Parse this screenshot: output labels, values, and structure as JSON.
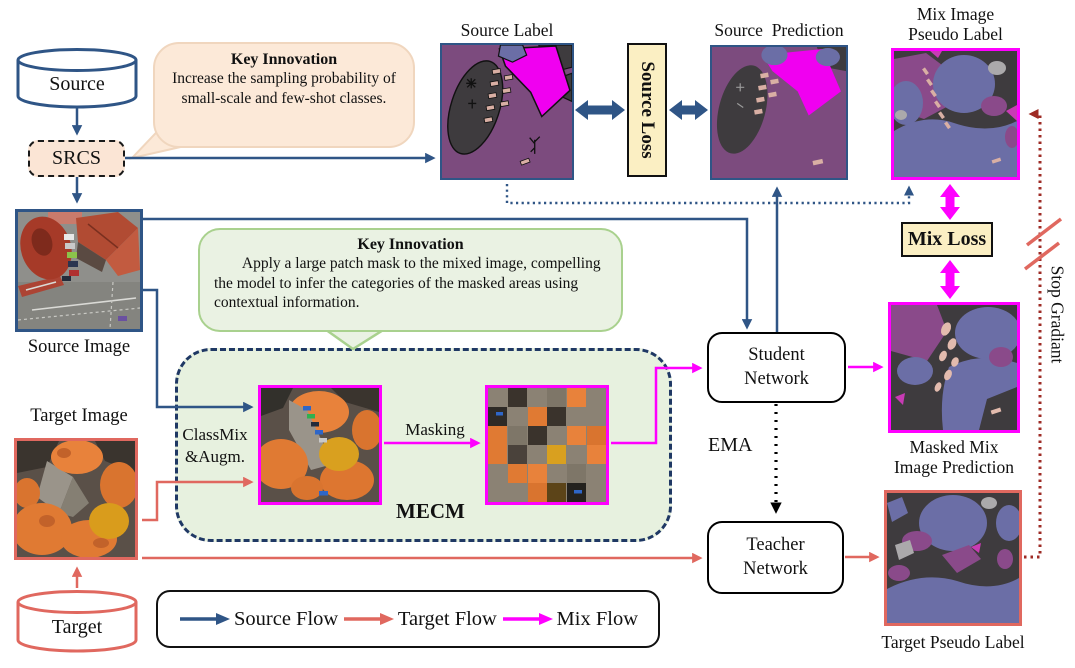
{
  "colors": {
    "source_flow": "#2F5586",
    "target_flow": "#E0685F",
    "mix_flow": "#FF00FF",
    "stop_gradient_line": "#9E2B25",
    "loss_fill": "#FBEFC3",
    "mecm_fill": "#E7F1DF",
    "callout_peach_fill": "#FCE9D8",
    "callout_green_fill": "#EAF2E3"
  },
  "nodes": {
    "source_db": {
      "label": "Source"
    },
    "target_db": {
      "label": "Target"
    },
    "srcs": {
      "label": "SRCS"
    },
    "source_loss": {
      "label": "Source Loss"
    },
    "mix_loss": {
      "label": "Mix Loss"
    },
    "mecm": {
      "label": "MECM"
    },
    "student": {
      "line1": "Student",
      "line2": "Network"
    },
    "teacher": {
      "line1": "Teacher",
      "line2": "Network"
    }
  },
  "captions": {
    "source_label": "Source Label",
    "source_prediction": "Source  Prediction",
    "mix_pseudo_label_line1": "Mix Image",
    "mix_pseudo_label_line2": "Pseudo Label",
    "masked_mix_prediction_line1": "Masked Mix",
    "masked_mix_prediction_line2": "Image Prediction",
    "target_pseudo_label": "Target Pseudo Label",
    "source_image": "Source Image",
    "target_image": "Target Image"
  },
  "callouts": {
    "srcs": {
      "title": "Key Innovation",
      "body": "Increase the sampling probability of small-scale and few-shot classes."
    },
    "mecm": {
      "title": "Key Innovation",
      "body": "Apply a large patch mask to the mixed image, compelling the model to infer the categories of the masked areas using contextual information."
    }
  },
  "edge_labels": {
    "classmix_line1": "ClassMix",
    "classmix_line2": "&Augm.",
    "masking": "Masking",
    "ema": "EMA",
    "stop_gradient": "Stop Gradiant"
  },
  "legend": {
    "items": [
      {
        "label": "Source Flow",
        "color": "#2F5586"
      },
      {
        "label": "Target Flow",
        "color": "#E0685F"
      },
      {
        "label": "Mix Flow",
        "color": "#FF00FF"
      }
    ]
  }
}
